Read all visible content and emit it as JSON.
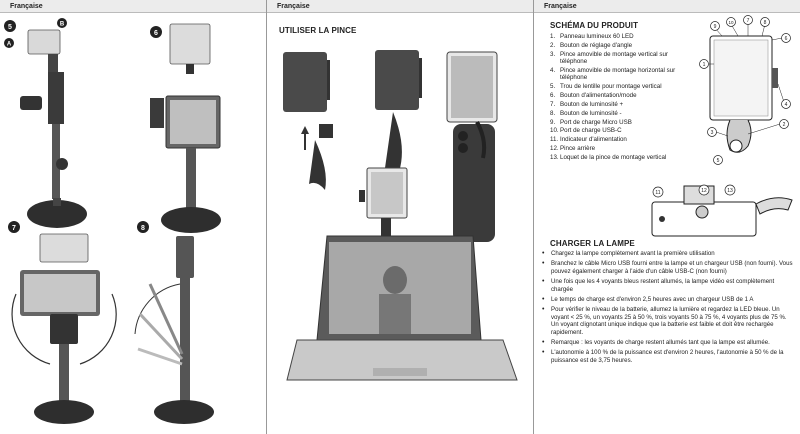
{
  "headers": {
    "left": "Française",
    "middle": "Française",
    "right": "Française"
  },
  "steps": {
    "s5": "5",
    "s6": "6",
    "s7": "7",
    "s8": "8",
    "marker_a": "A",
    "marker_b": "B"
  },
  "clip_section": {
    "title": "UTILISER LA PINCE"
  },
  "schema": {
    "title": "SCHÉMA DU PRODUIT",
    "items": [
      {
        "n": "1.",
        "label": "Panneau lumineux 60 LED"
      },
      {
        "n": "2.",
        "label": "Bouton de réglage d'angle"
      },
      {
        "n": "3.",
        "label": "Pince amovible de montage vertical sur téléphone"
      },
      {
        "n": "4.",
        "label": "Pince amovible de montage horizontal sur téléphone"
      },
      {
        "n": "5.",
        "label": "Trou de lentille pour montage vertical"
      },
      {
        "n": "6.",
        "label": "Bouton d'alimentation/mode"
      },
      {
        "n": "7.",
        "label": "Bouton de luminosité +"
      },
      {
        "n": "8.",
        "label": "Bouton de luminosité -"
      },
      {
        "n": "9.",
        "label": "Port de charge Micro USB"
      },
      {
        "n": "10.",
        "label": "Port de charge USB-C"
      },
      {
        "n": "11.",
        "label": "Indicateur d'alimentation"
      },
      {
        "n": "12.",
        "label": "Pince arrière"
      },
      {
        "n": "13.",
        "label": "Loquet de la pince de montage vertical"
      }
    ],
    "callouts": [
      "1",
      "2",
      "3",
      "4",
      "5",
      "6",
      "7",
      "8",
      "9",
      "10",
      "11",
      "12",
      "13"
    ]
  },
  "charging": {
    "title": "CHARGER LA LAMPE",
    "bullet": "•",
    "items": [
      "Chargez la lampe complètement avant la première utilisation",
      "Branchez le câble Micro USB fourni entre la lampe et un chargeur USB (non fourni). Vous pouvez également charger à l'aide d'un câble USB-C (non fourni)",
      "Une fois que les 4 voyants bleus restent allumés, la lampe vidéo est complètement chargée",
      "Le temps de charge est d'environ 2,5 heures avec un chargeur USB de 1 A",
      "Pour vérifier le niveau de la batterie, allumez la lumière et regardez la LED bleue. Un voyant < 25 %, un voyants 25 à 50 %, trois voyants 50 à 75 %, 4 voyants plus de 75 %. Un voyant clignotant unique indique que la batterie est faible et doit être rechargée rapidement.",
      "Remarque : les voyants de charge restent allumés tant que la lampe est allumée.",
      "L'autonomie à 100 % de la puissance est d'environ 2 heures, l'autonomie à 50 % de la puissance est de 3,75 heures."
    ]
  }
}
